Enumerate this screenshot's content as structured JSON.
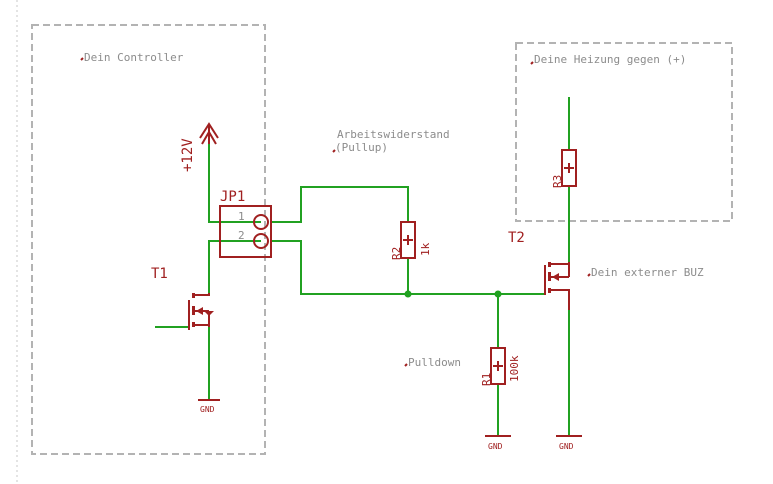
{
  "labels": {
    "controller": "Dein Controller",
    "heater": "Deine Heizung gegen (+)",
    "work_resistor_1": "Arbeitswiderstand",
    "work_resistor_2": "(Pullup)",
    "pulldown": "Pulldown",
    "external_buz": "Dein externer BUZ"
  },
  "parts": {
    "supply": "+12V",
    "jumper": "JP1",
    "pin1": "1",
    "pin2": "2",
    "t1": "T1",
    "t2": "T2",
    "r1": "R1",
    "r1_value": "100k",
    "r2": "R2",
    "r2_value": "1k",
    "r3": "R3",
    "gnd": "GND"
  },
  "colors": {
    "wire": "#21a121",
    "part": "#a02020",
    "frame": "#b3b3b3",
    "label": "#8c8c8c"
  }
}
